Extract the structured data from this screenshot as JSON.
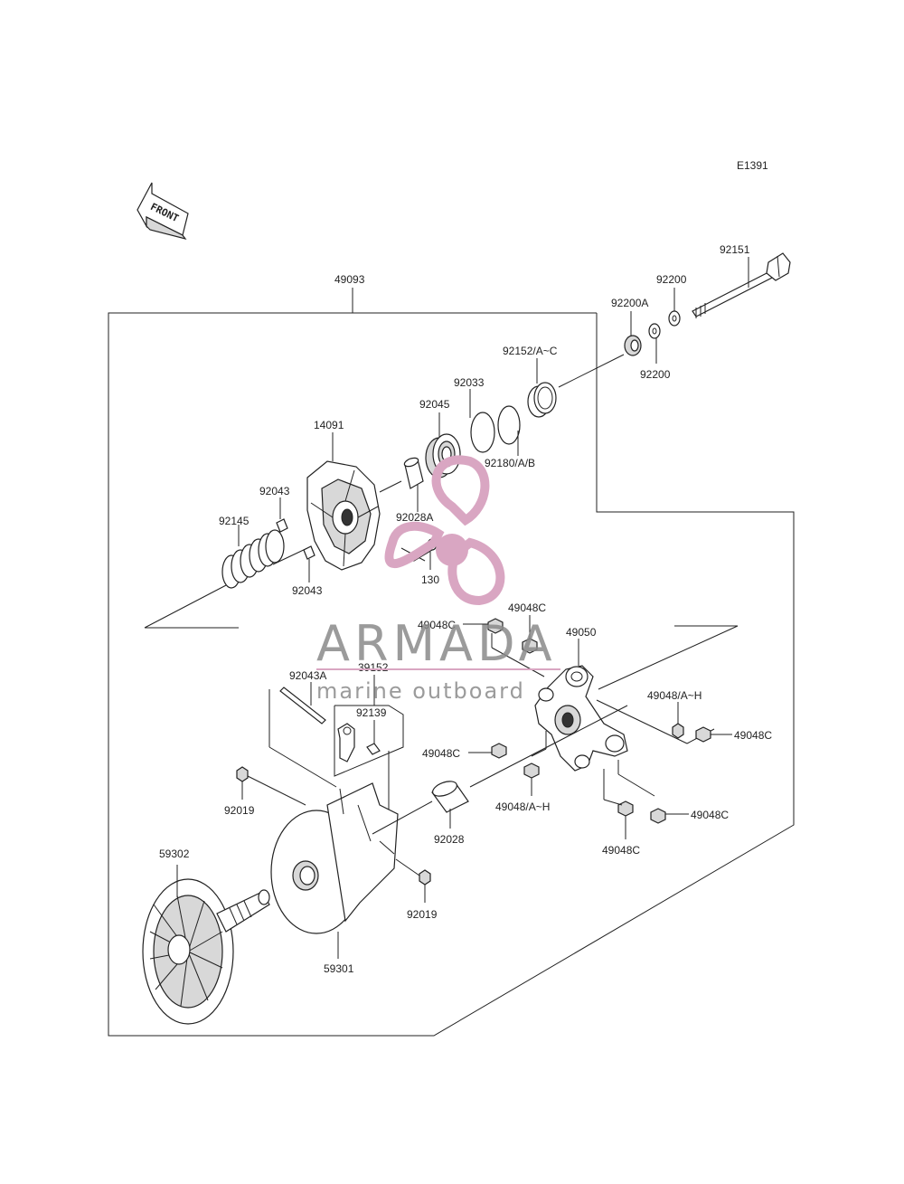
{
  "diagram": {
    "code": "E1391",
    "front_arrow_text": "FRONT",
    "parts": {
      "p49093": "49093",
      "p92151": "92151",
      "p92200_top": "92200",
      "p92200A": "92200A",
      "p92200_bottom": "92200",
      "p92152": "92152/A~C",
      "p92033": "92033",
      "p92045": "92045",
      "p92180": "92180/A/B",
      "p14091": "14091",
      "p92043_top": "92043",
      "p92028A": "92028A",
      "p92145": "92145",
      "p130": "130",
      "p92043_bottom": "92043",
      "p49048C_top": "49048C",
      "p49048C_left1": "49048C",
      "p49050": "49050",
      "p92043A": "92043A",
      "p39152": "39152",
      "p92139": "92139",
      "p49048_right": "49048/A~H",
      "p49048C_left2": "49048C",
      "p49048C_right": "49048C",
      "p49048_bottom": "49048/A~H",
      "p92019_left": "92019",
      "p92028": "92028",
      "p49048C_bottom_right": "49048C",
      "p49048C_bottom": "49048C",
      "p59302": "59302",
      "p92019_bottom": "92019",
      "p59301": "59301"
    }
  },
  "watermark": {
    "title": "ARMADA",
    "subtitle": "marine outboard",
    "logo_color": "#d9a6c2"
  }
}
